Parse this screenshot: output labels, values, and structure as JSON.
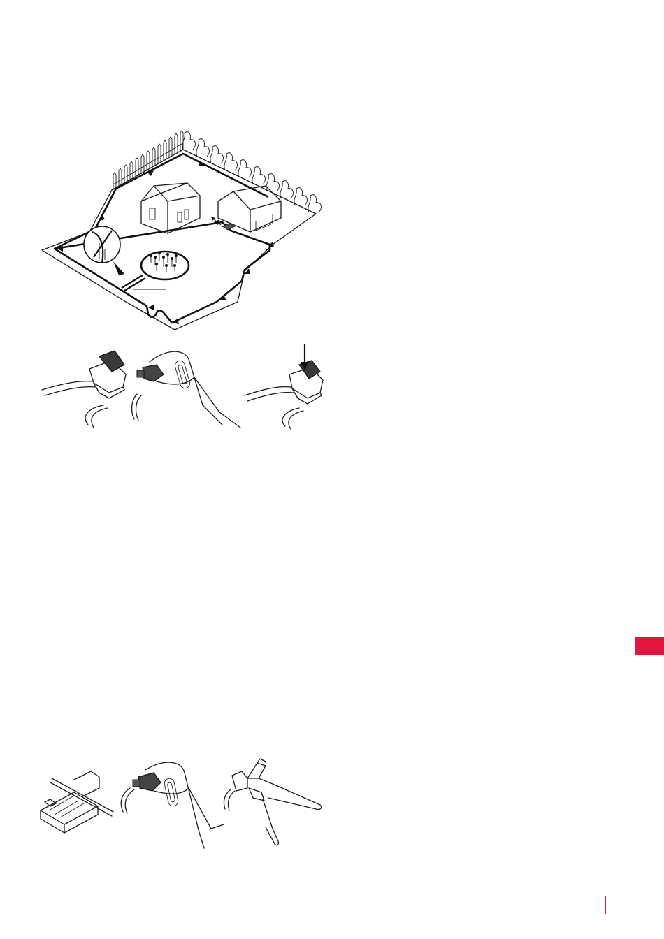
{
  "page": {
    "accent_color": "#e3173e",
    "figures": [
      {
        "name": "garden-boundary-wire-layout",
        "icon": "garden-layout-illustration"
      },
      {
        "name": "wire-connector-splice-sequence",
        "icon": "connector-pliers-illustration"
      },
      {
        "name": "wire-coupler-cut-sequence",
        "icon": "coupler-cutter-illustration"
      }
    ]
  }
}
